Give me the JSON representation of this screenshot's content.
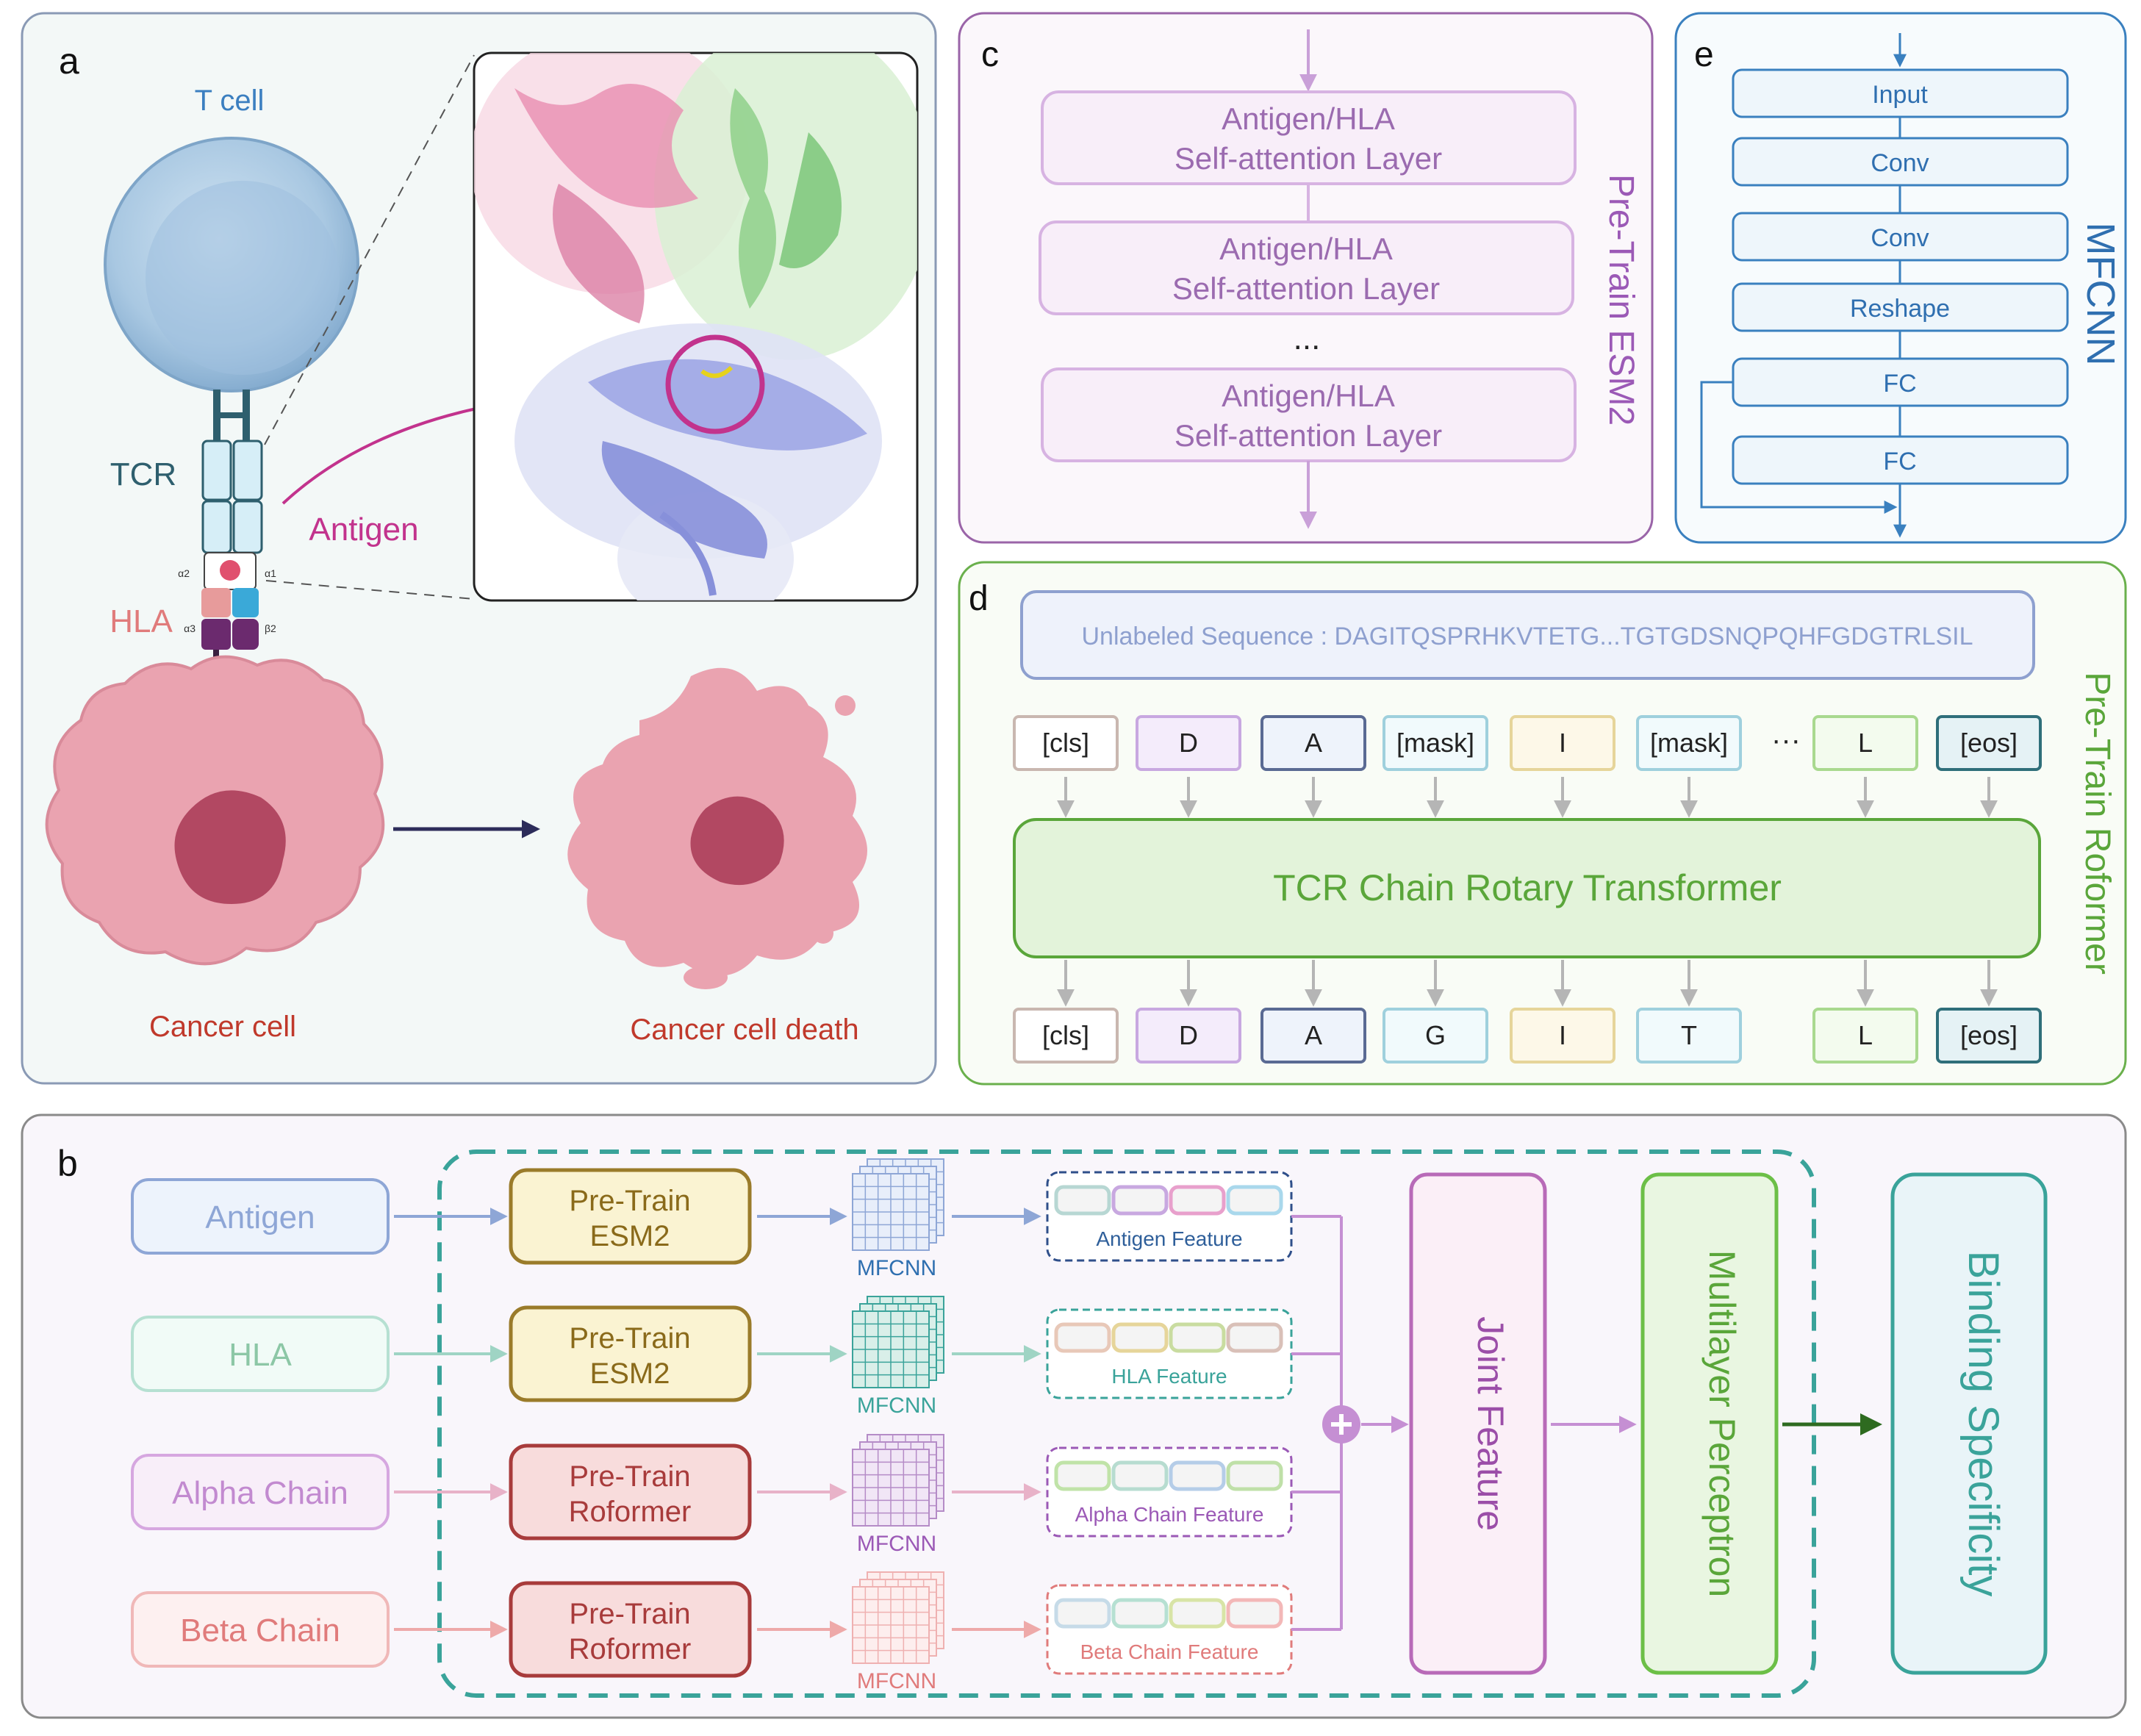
{
  "colors": {
    "panel_a_bg": "#f3f8f7",
    "panel_a_border": "#8a9ab5",
    "panel_c_bg": "#fbf7fb",
    "panel_c_border": "#9a64a8",
    "panel_e_bg": "#f7fbfd",
    "panel_e_border": "#3a80bf",
    "panel_d_bg": "#f9fcf6",
    "panel_d_border": "#6ab04c",
    "panel_b_bg": "#f9f6fb",
    "panel_b_border": "#8a8a8a",
    "dashed_teal": "#3aa39a",
    "esm_purple": "#9b59b6",
    "roformer_green": "#5aa63a",
    "tcell_blue": "#3b7fc0",
    "antigen_magenta": "#c2338d",
    "hla_salmon": "#e07b7b",
    "cancer_red": "#c0392b",
    "cyan_text": "#3b8fae"
  },
  "panel_a": {
    "label": "a",
    "t_cell": "T cell",
    "tcr": "TCR",
    "antigen": "Antigen",
    "hla": "HLA",
    "alpha2": "α2",
    "alpha1": "α1",
    "alpha3": "α3",
    "beta2": "β2",
    "cancer_cell": "Cancer cell",
    "cancer_cell_death": "Cancer cell death"
  },
  "panel_c": {
    "label": "c",
    "layers": [
      {
        "line1": "Antigen/HLA",
        "line2": "Self-attention Layer"
      },
      {
        "line1": "Antigen/HLA",
        "line2": "Self-attention Layer"
      },
      {
        "line1": "Antigen/HLA",
        "line2": "Self-attention Layer"
      }
    ],
    "ellipsis": "...",
    "side_title": "Pre-Train ESM2"
  },
  "panel_e": {
    "label": "e",
    "layers": [
      "Input",
      "Conv",
      "Conv",
      "Reshape",
      "FC",
      "FC"
    ],
    "side_title": "MFCNN"
  },
  "panel_d": {
    "label": "d",
    "sequence": "Unlabeled Sequence : DAGITQSPRHKVTETG...TGTGDSNQPQHFGDGTRLSIL",
    "input_tokens": [
      "[cls]",
      "D",
      "A",
      "[mask]",
      "I",
      "[mask]",
      "L",
      "[eos]"
    ],
    "input_ellipsis": "···",
    "transformer": "TCR Chain Rotary Transformer",
    "output_tokens": [
      "[cls]",
      "D",
      "A",
      "G",
      "I",
      "T",
      "L",
      "[eos]"
    ],
    "side_title": "Pre-Train Roformer"
  },
  "panel_b": {
    "label": "b",
    "rows": [
      {
        "input": "Antigen",
        "model_line1": "Pre-Train",
        "model_line2": "ESM2",
        "mfcnn": "MFCNN",
        "feature": "Antigen Feature"
      },
      {
        "input": "HLA",
        "model_line1": "Pre-Train",
        "model_line2": "ESM2",
        "mfcnn": "MFCNN",
        "feature": "HLA Feature"
      },
      {
        "input": "Alpha Chain",
        "model_line1": "Pre-Train",
        "model_line2": "Roformer",
        "mfcnn": "MFCNN",
        "feature": "Alpha Chain Feature"
      },
      {
        "input": "Beta Chain",
        "model_line1": "Pre-Train",
        "model_line2": "Roformer",
        "mfcnn": "MFCNN",
        "feature": "Beta Chain Feature"
      }
    ],
    "joint_feature": "Joint Feature",
    "mlp": "Multilayer Perceptron",
    "output": "Binding Specificity"
  }
}
